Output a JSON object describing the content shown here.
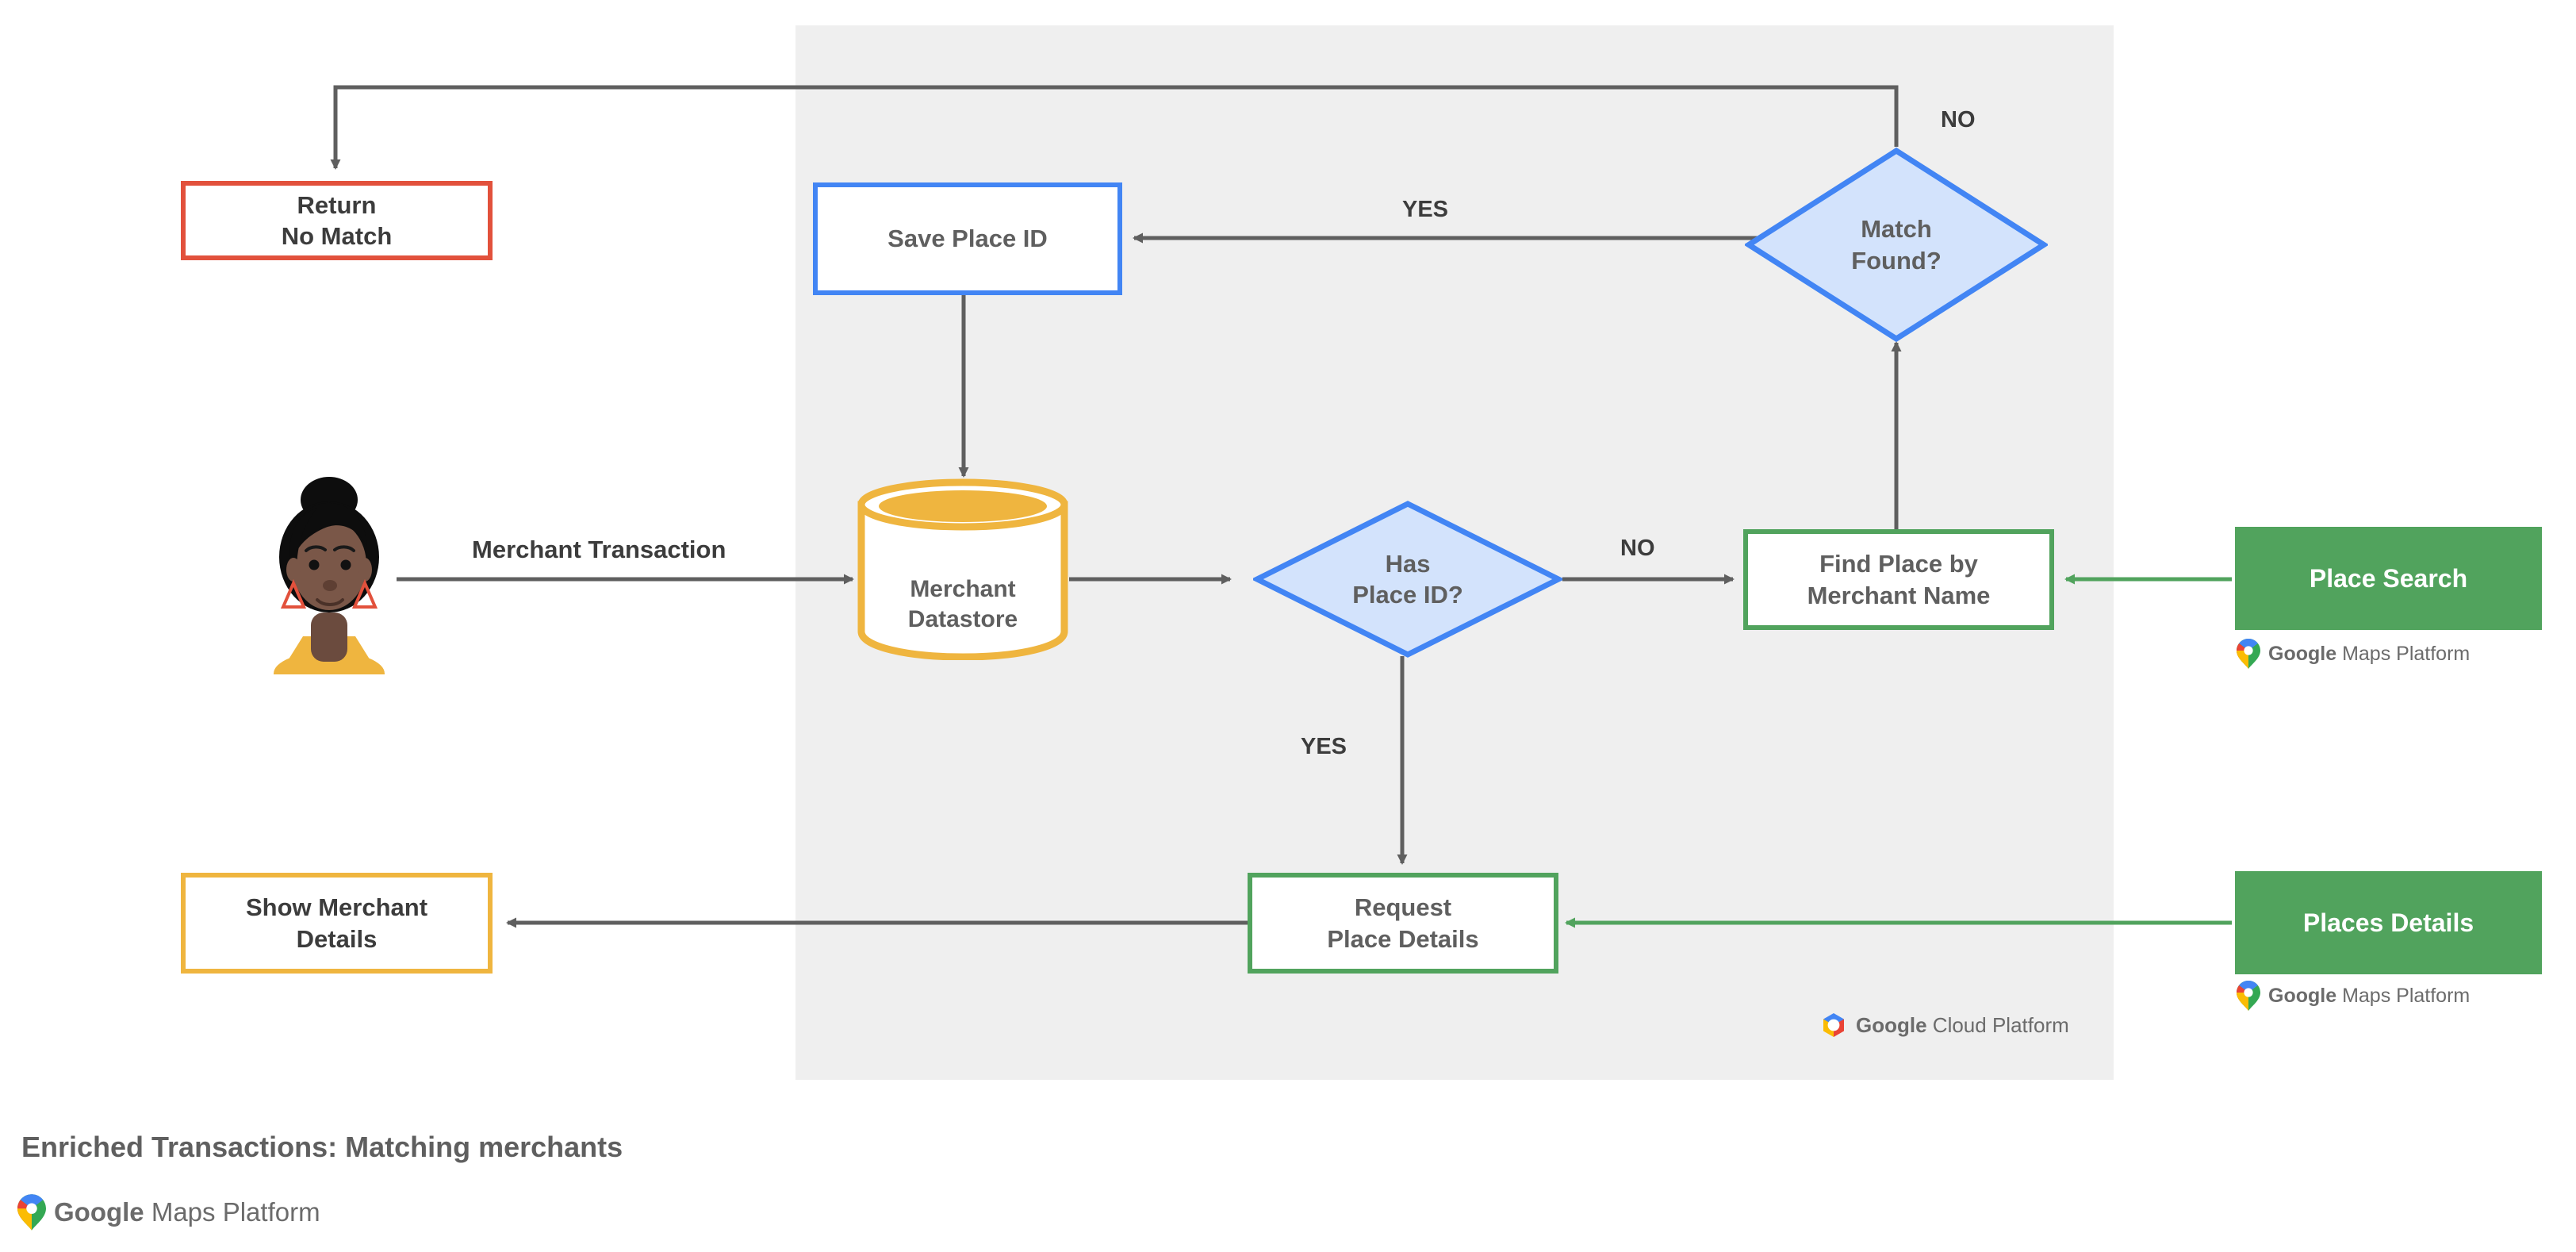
{
  "diagram": {
    "caption": "Enriched Transactions: Matching merchants",
    "panel_label": "google-cloud-platform-container",
    "nodes": {
      "return_no_match": {
        "line1": "Return",
        "line2": "No Match",
        "color": "#E2513C",
        "shape": "rect"
      },
      "save_place_id": {
        "line1": "Save Place ID",
        "line2": "",
        "color": "#4285F4",
        "shape": "rect"
      },
      "match_found": {
        "line1": "Match",
        "line2": "Found?",
        "color": "#4285F4",
        "fill": "#D3E3FC",
        "shape": "diamond"
      },
      "merchant_datastore": {
        "line1": "Merchant",
        "line2": "Datastore",
        "color": "#EFB53F",
        "shape": "cylinder"
      },
      "has_place_id": {
        "line1": "Has",
        "line2": "Place ID?",
        "color": "#4285F4",
        "fill": "#D3E3FC",
        "shape": "diamond"
      },
      "find_place_by_merchant_name": {
        "line1": "Find Place by",
        "line2": "Merchant Name",
        "color": "#51A35D",
        "shape": "rect"
      },
      "place_search": {
        "line1": "Place Search",
        "line2": "",
        "color": "#51A35D",
        "shape": "rect-filled"
      },
      "request_place_details": {
        "line1": "Request",
        "line2": "Place Details",
        "color": "#51A35D",
        "shape": "rect"
      },
      "places_details": {
        "line1": "Places Details",
        "line2": "",
        "color": "#51A35D",
        "shape": "rect-filled"
      },
      "show_merchant_details": {
        "line1": "Show Merchant",
        "line2": "Details",
        "color": "#EFB53F",
        "shape": "rect"
      }
    },
    "edge_labels": {
      "merchant_transaction": "Merchant Transaction",
      "has_place_id_no": "NO",
      "has_place_id_yes": "YES",
      "match_found_yes": "YES",
      "match_found_no": "NO"
    },
    "logos": {
      "maps_platform_brand": "Google",
      "maps_platform_product": "Maps Platform",
      "cloud_platform_brand": "Google",
      "cloud_platform_product": "Cloud Platform"
    },
    "colors": {
      "panel_bg": "#efefef",
      "wire": "#5f5f5f",
      "green": "#51A35D",
      "blue": "#4285F4",
      "blue_fill": "#D3E3FC",
      "amber": "#EFB53F",
      "red": "#E2513C",
      "text": "#5f5f5f"
    }
  }
}
